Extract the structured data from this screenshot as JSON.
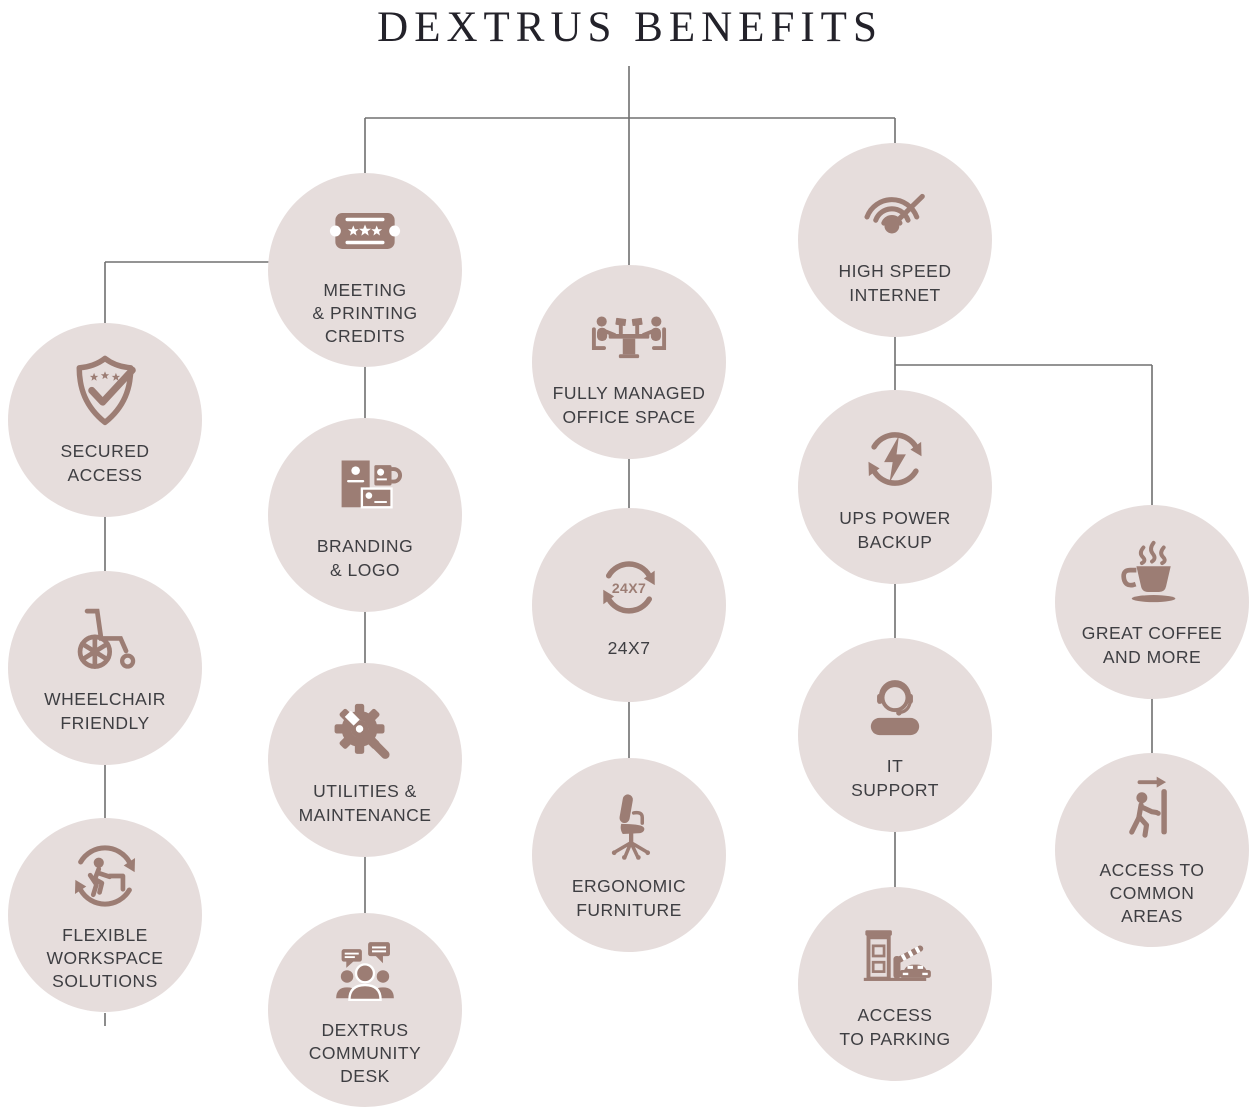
{
  "title": "DEXTRUS BENEFITS",
  "colors": {
    "background": "#ffffff",
    "circle_bg": "#e6dddc",
    "icon": "#9c7d74",
    "label": "#3e3e42",
    "line": "#707070",
    "title": "#23222a"
  },
  "nodes": {
    "secured_access": {
      "label": "SECURED\nACCESS",
      "icon": "shield-check-icon"
    },
    "wheelchair_friendly": {
      "label": "WHEELCHAIR\nFRIENDLY",
      "icon": "wheelchair-icon"
    },
    "flexible_workspace": {
      "label": "FLEXIBLE\nWORKSPACE\nSOLUTIONS",
      "icon": "rotating-workspace-icon"
    },
    "meeting_printing": {
      "label": "MEETING\n& PRINTING\nCREDITS",
      "icon": "ticket-icon"
    },
    "branding_logo": {
      "label": "BRANDING\n& LOGO",
      "icon": "stationery-icon"
    },
    "utilities_maintenance": {
      "label": "UTILITIES &\nMAINTENANCE",
      "icon": "gear-wrench-icon"
    },
    "community_desk": {
      "label": "DEXTRUS\nCOMMUNITY\nDESK",
      "icon": "people-chat-icon"
    },
    "managed_office": {
      "label": "FULLY MANAGED\nOFFICE SPACE",
      "icon": "meeting-table-icon"
    },
    "always_on": {
      "label": "24X7",
      "icon_text": "24X7",
      "icon": "24x7-cycle-icon"
    },
    "ergonomic_furniture": {
      "label": "ERGONOMIC\nFURNITURE",
      "icon": "office-chair-icon"
    },
    "high_speed_internet": {
      "label": "HIGH SPEED\nINTERNET",
      "icon": "wifi-speed-icon"
    },
    "ups_power_backup": {
      "label": "UPS POWER\nBACKUP",
      "icon": "power-cycle-icon"
    },
    "it_support": {
      "label": "IT\nSUPPORT",
      "icon": "headset-agent-icon"
    },
    "access_parking": {
      "label": "ACCESS\nTO PARKING",
      "icon": "parking-gate-icon"
    },
    "great_coffee": {
      "label": "GREAT COFFEE\nAND MORE",
      "icon": "coffee-cup-icon"
    },
    "common_areas": {
      "label": "ACCESS TO\nCOMMON\nAREAS",
      "icon": "walk-to-door-icon"
    }
  }
}
